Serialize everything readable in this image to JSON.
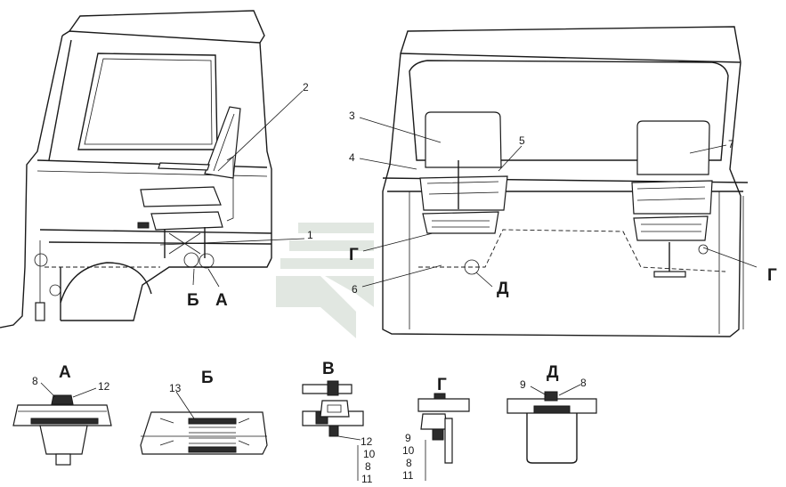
{
  "callouts": {
    "n1": "1",
    "n2": "2",
    "n3": "3",
    "n4": "4",
    "n5": "5",
    "n6": "6",
    "n7": "7",
    "a8": "8",
    "a12": "12",
    "b13": "13",
    "g9": "9",
    "g10": "10",
    "g8": "8",
    "g11": "11",
    "v12": "12",
    "v10": "10",
    "v8": "8",
    "v11": "11",
    "d9": "9",
    "d8": "8"
  },
  "view_letters": {
    "a_main": "А",
    "b_main": "Б",
    "g_left": "Г",
    "g_right": "Г",
    "d_main": "Д",
    "a_detail": "А",
    "b_detail": "Б",
    "v_detail": "В",
    "g_detail": "Г",
    "d_detail": "Д"
  },
  "watermark": {
    "color": "#c9d4c9"
  },
  "colors": {
    "line": "#1a1a1a",
    "background": "#ffffff"
  }
}
